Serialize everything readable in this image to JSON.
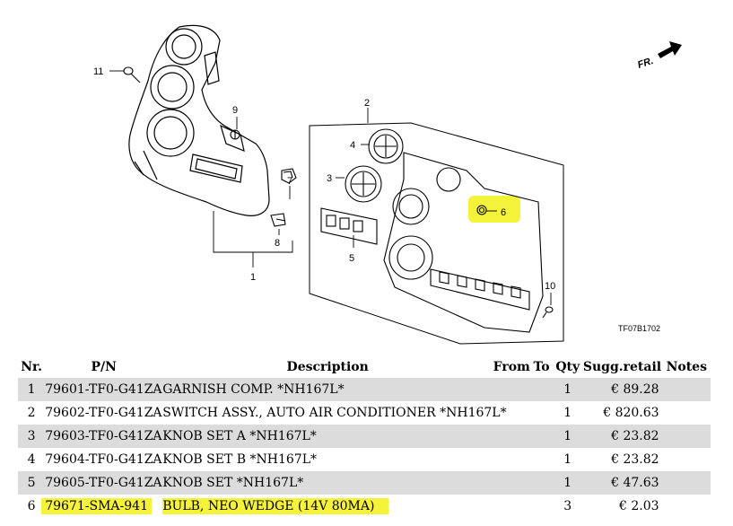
{
  "diagram": {
    "code": "TF07B1702",
    "direction_label": "FR.",
    "callouts": [
      "1",
      "2",
      "3",
      "4",
      "5",
      "6",
      "7",
      "8",
      "9",
      "10",
      "11"
    ]
  },
  "table": {
    "headers": {
      "nr": "Nr.",
      "pn": "P/N",
      "description": "Description",
      "from": "From",
      "to": "To",
      "qty": "Qty",
      "retail": "Sugg.retail",
      "notes": "Notes"
    },
    "rows": [
      {
        "nr": "1",
        "pn": "79601-TF0-G41ZA",
        "description": "GARNISH COMP. *NH167L*",
        "from": "",
        "to": "",
        "qty": "1",
        "retail": "€ 89.28",
        "notes": ""
      },
      {
        "nr": "2",
        "pn": "79602-TF0-G41ZA",
        "description": "SWITCH ASSY., AUTO AIR CONDITIONER *NH167L*",
        "from": "",
        "to": "",
        "qty": "1",
        "retail": "€ 820.63",
        "notes": ""
      },
      {
        "nr": "3",
        "pn": "79603-TF0-G41ZA",
        "description": "KNOB SET A *NH167L*",
        "from": "",
        "to": "",
        "qty": "1",
        "retail": "€ 23.82",
        "notes": ""
      },
      {
        "nr": "4",
        "pn": "79604-TF0-G41ZA",
        "description": "KNOB SET B *NH167L*",
        "from": "",
        "to": "",
        "qty": "1",
        "retail": "€ 23.82",
        "notes": ""
      },
      {
        "nr": "5",
        "pn": "79605-TF0-G41ZA",
        "description": "KNOB SET *NH167L*",
        "from": "",
        "to": "",
        "qty": "1",
        "retail": "€ 47.63",
        "notes": ""
      },
      {
        "nr": "6",
        "pn": "79671-SMA-941",
        "description": "BULB, NEO WEDGE (14V 80MA)",
        "from": "",
        "to": "",
        "qty": "3",
        "retail": "€ 2.03",
        "notes": ""
      }
    ]
  },
  "colors": {
    "highlight": "#f5f23a",
    "row_shade": "#dcdcdc"
  }
}
